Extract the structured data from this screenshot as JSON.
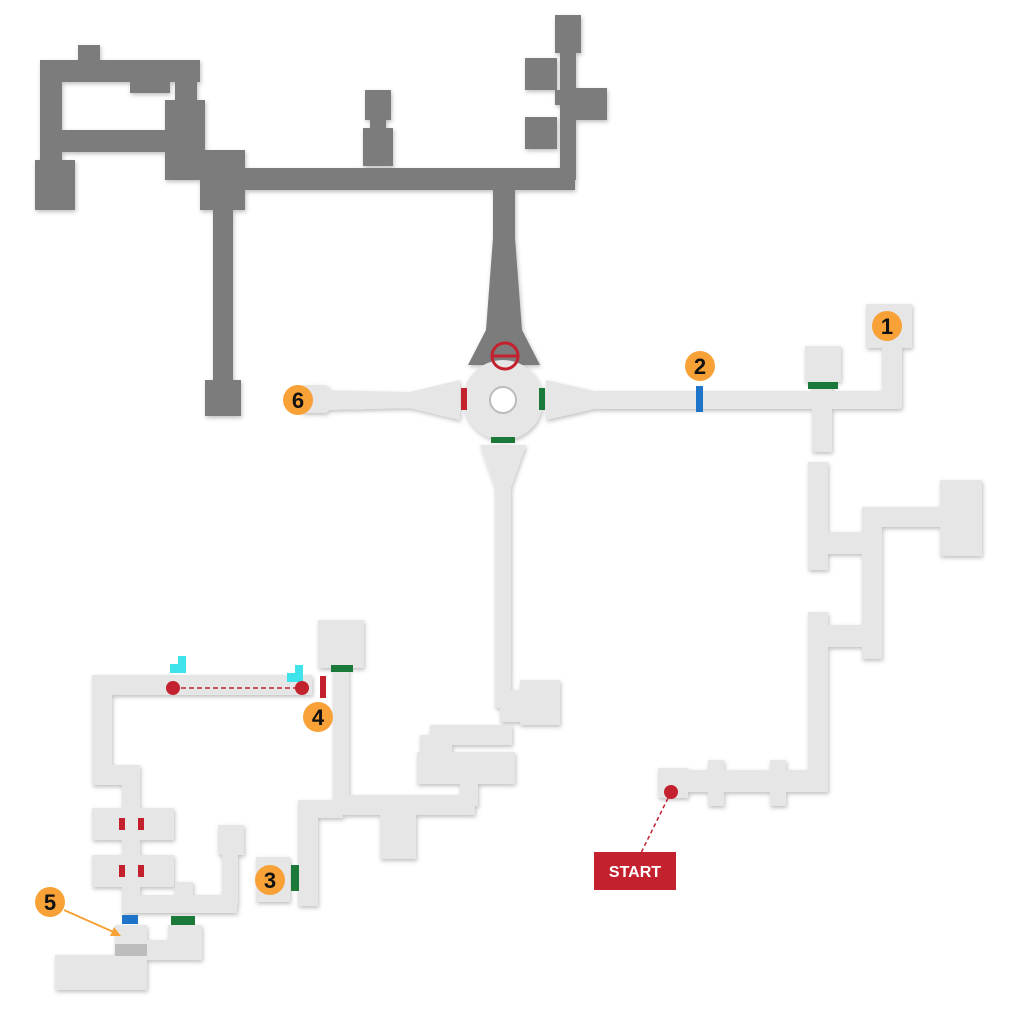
{
  "map": {
    "colors": {
      "explored_floor": "#e6e6e6",
      "unexplored_floor": "#7b7b7b",
      "marker_fill": "#f7a136",
      "start_fill": "#c4212f",
      "door_red": "#c4212f",
      "door_green": "#1b7a3a",
      "door_blue": "#1e74c8",
      "save_point": "#3fe3ec"
    },
    "markers": [
      {
        "id": "1",
        "label": "1"
      },
      {
        "id": "2",
        "label": "2"
      },
      {
        "id": "3",
        "label": "3"
      },
      {
        "id": "4",
        "label": "4"
      },
      {
        "id": "5",
        "label": "5"
      },
      {
        "id": "6",
        "label": "6"
      }
    ],
    "start": {
      "label": "START"
    },
    "icons": {
      "blocked": "blocked-circle-icon",
      "elevator": "elevator-ring-icon",
      "save": "stair-save-icon",
      "point": "red-dot-icon"
    }
  }
}
